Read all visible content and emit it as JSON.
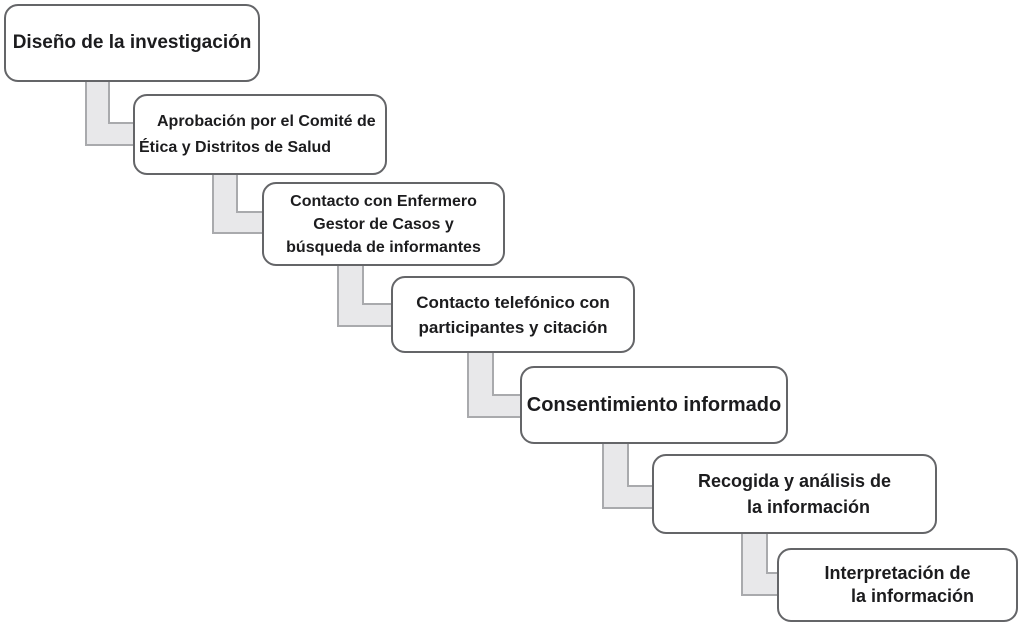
{
  "diagram": {
    "type": "stepped-flowchart",
    "language": "es",
    "steps": [
      {
        "order": 1,
        "lines": [
          "Diseño de la investigación"
        ]
      },
      {
        "order": 2,
        "lines": [
          "Aprobación por el Comité de",
          "Ética y Distritos de Salud"
        ]
      },
      {
        "order": 3,
        "lines": [
          "Contacto con Enfermero",
          "Gestor de Casos y",
          "búsqueda de informantes"
        ]
      },
      {
        "order": 4,
        "lines": [
          "Contacto telefónico con",
          "participantes y citación"
        ]
      },
      {
        "order": 5,
        "lines": [
          "Consentimiento informado"
        ]
      },
      {
        "order": 6,
        "lines": [
          "Recogida y análisis de",
          "la información"
        ]
      },
      {
        "order": 7,
        "lines": [
          "Interpretación de",
          "la información"
        ]
      }
    ]
  },
  "colors": {
    "background": "#ffffff",
    "box_fill": "#ffffff",
    "box_border": "#646568",
    "connector_fill": "#e8e8ea",
    "connector_border": "#a9aaad",
    "text_color": "#1c1c1e"
  }
}
